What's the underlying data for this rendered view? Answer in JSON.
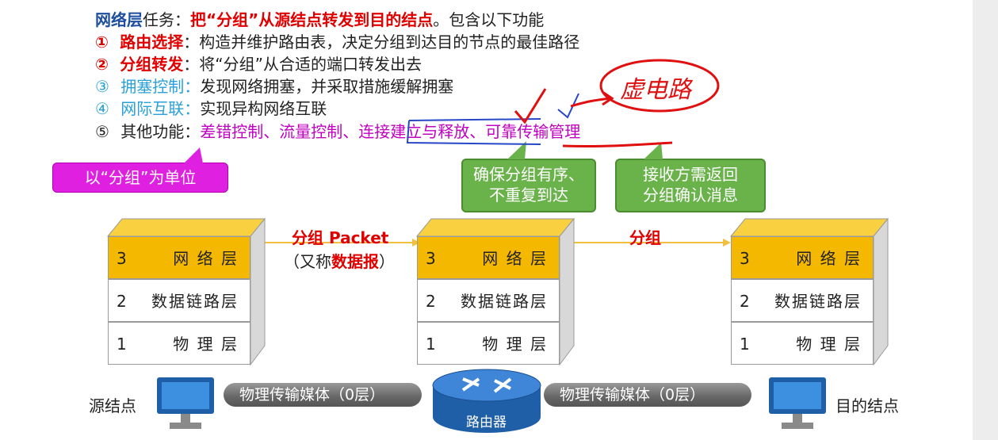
{
  "task_line": {
    "term": "网络层",
    "label": "任务：",
    "task": "把“分组”从源结点转发到目的结点",
    "tail": "。包含以下功能"
  },
  "functions": [
    {
      "marker": "①",
      "name": "路由选择",
      "sep": "：",
      "desc": "构造并维护路由表，决定分组到达目的节点的最佳路径"
    },
    {
      "marker": "②",
      "name": "分组转发",
      "sep": "：",
      "desc": "将“分组”从合适的端口转发出去"
    },
    {
      "marker": "③",
      "name": "拥塞控制",
      "sep": "：",
      "desc": "发现网络拥塞，并采取措施缓解拥塞"
    },
    {
      "marker": "④",
      "name": "网际互联",
      "sep": "：",
      "desc": "实现异构网络互联"
    }
  ],
  "other": {
    "marker": "⑤",
    "name": "其他功能",
    "sep": "：",
    "items": [
      "差错控制",
      "流量控制",
      "连接建立与释放",
      "可靠传输管理"
    ],
    "sep_char": "、"
  },
  "callouts": {
    "unit": "以“分组”为单位",
    "order_line1": "确保分组有序、",
    "order_line2": "不重复到达",
    "ack_line1": "接收方需返回",
    "ack_line2": "分组确认消息"
  },
  "handwriting": "虚电路",
  "stacks": [
    {
      "layers": [
        {
          "num": "3",
          "name": "网 络 层"
        },
        {
          "num": "2",
          "name": "数据链路层"
        },
        {
          "num": "1",
          "name": "物 理 层"
        }
      ]
    },
    {
      "layers": [
        {
          "num": "3",
          "name": "网 络 层"
        },
        {
          "num": "2",
          "name": "数据链路层"
        },
        {
          "num": "1",
          "name": "物 理 层"
        }
      ]
    },
    {
      "layers": [
        {
          "num": "3",
          "name": "网 络 层"
        },
        {
          "num": "2",
          "name": "数据链路层"
        },
        {
          "num": "1",
          "name": "物 理 层"
        }
      ]
    }
  ],
  "arrow1": {
    "label": "分组 Packet",
    "sub_open": "（又称",
    "sub_bold": "数据报",
    "sub_close": "）"
  },
  "arrow2": {
    "label": "分组"
  },
  "pipes": [
    "物理传输媒体（0层）",
    "物理传输媒体（0层）"
  ],
  "router_label": "路由器",
  "source_label": "源结点",
  "dest_label": "目的结点",
  "colors": {
    "accent_red": "#e00000",
    "term_blue": "#1e4ea0",
    "magenta": "#c000c0",
    "layer3": "#f5b800",
    "green": "#6ab24a",
    "router": "#1f5fa8"
  }
}
